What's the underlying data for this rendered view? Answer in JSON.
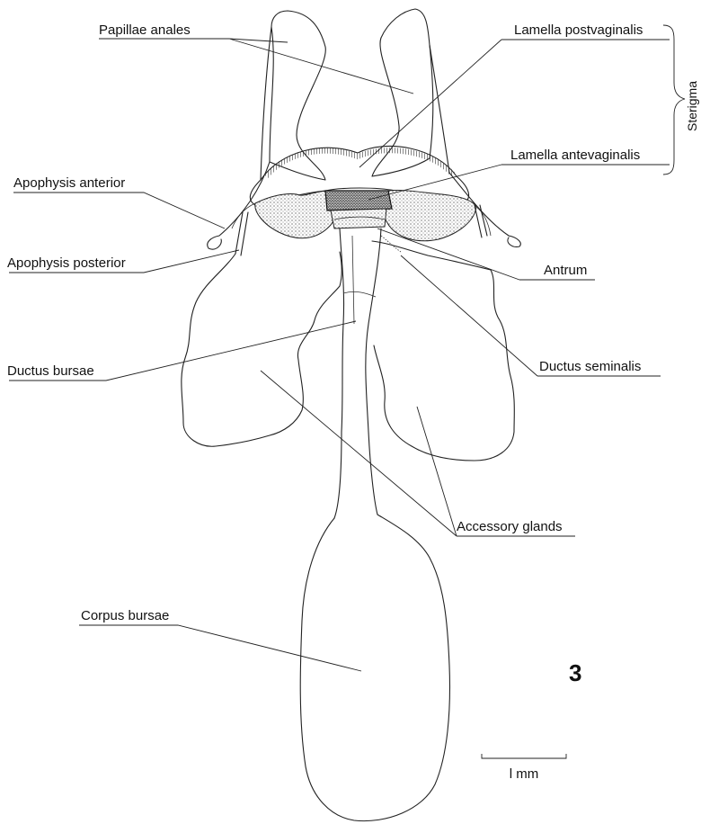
{
  "figure_number": "3",
  "labels": {
    "papillae_anales": "Papillae  anales",
    "lamella_postvaginalis": "Lamella postvaginalis",
    "sterigma": "Sterigma",
    "lamella_antevaginalis": "Lamella antevaginalis",
    "apophysis_anterior": "Apophysis anterior",
    "apophysis_posterior": "Apophysis posterior",
    "antrum": "Antrum",
    "ductus_bursae": "Ductus bursae",
    "ductus_seminalis": "Ductus seminalis",
    "accessory_glands": "Accessory glands",
    "corpus_bursae": "Corpus bursae"
  },
  "scale_bar": {
    "label": "l mm"
  }
}
